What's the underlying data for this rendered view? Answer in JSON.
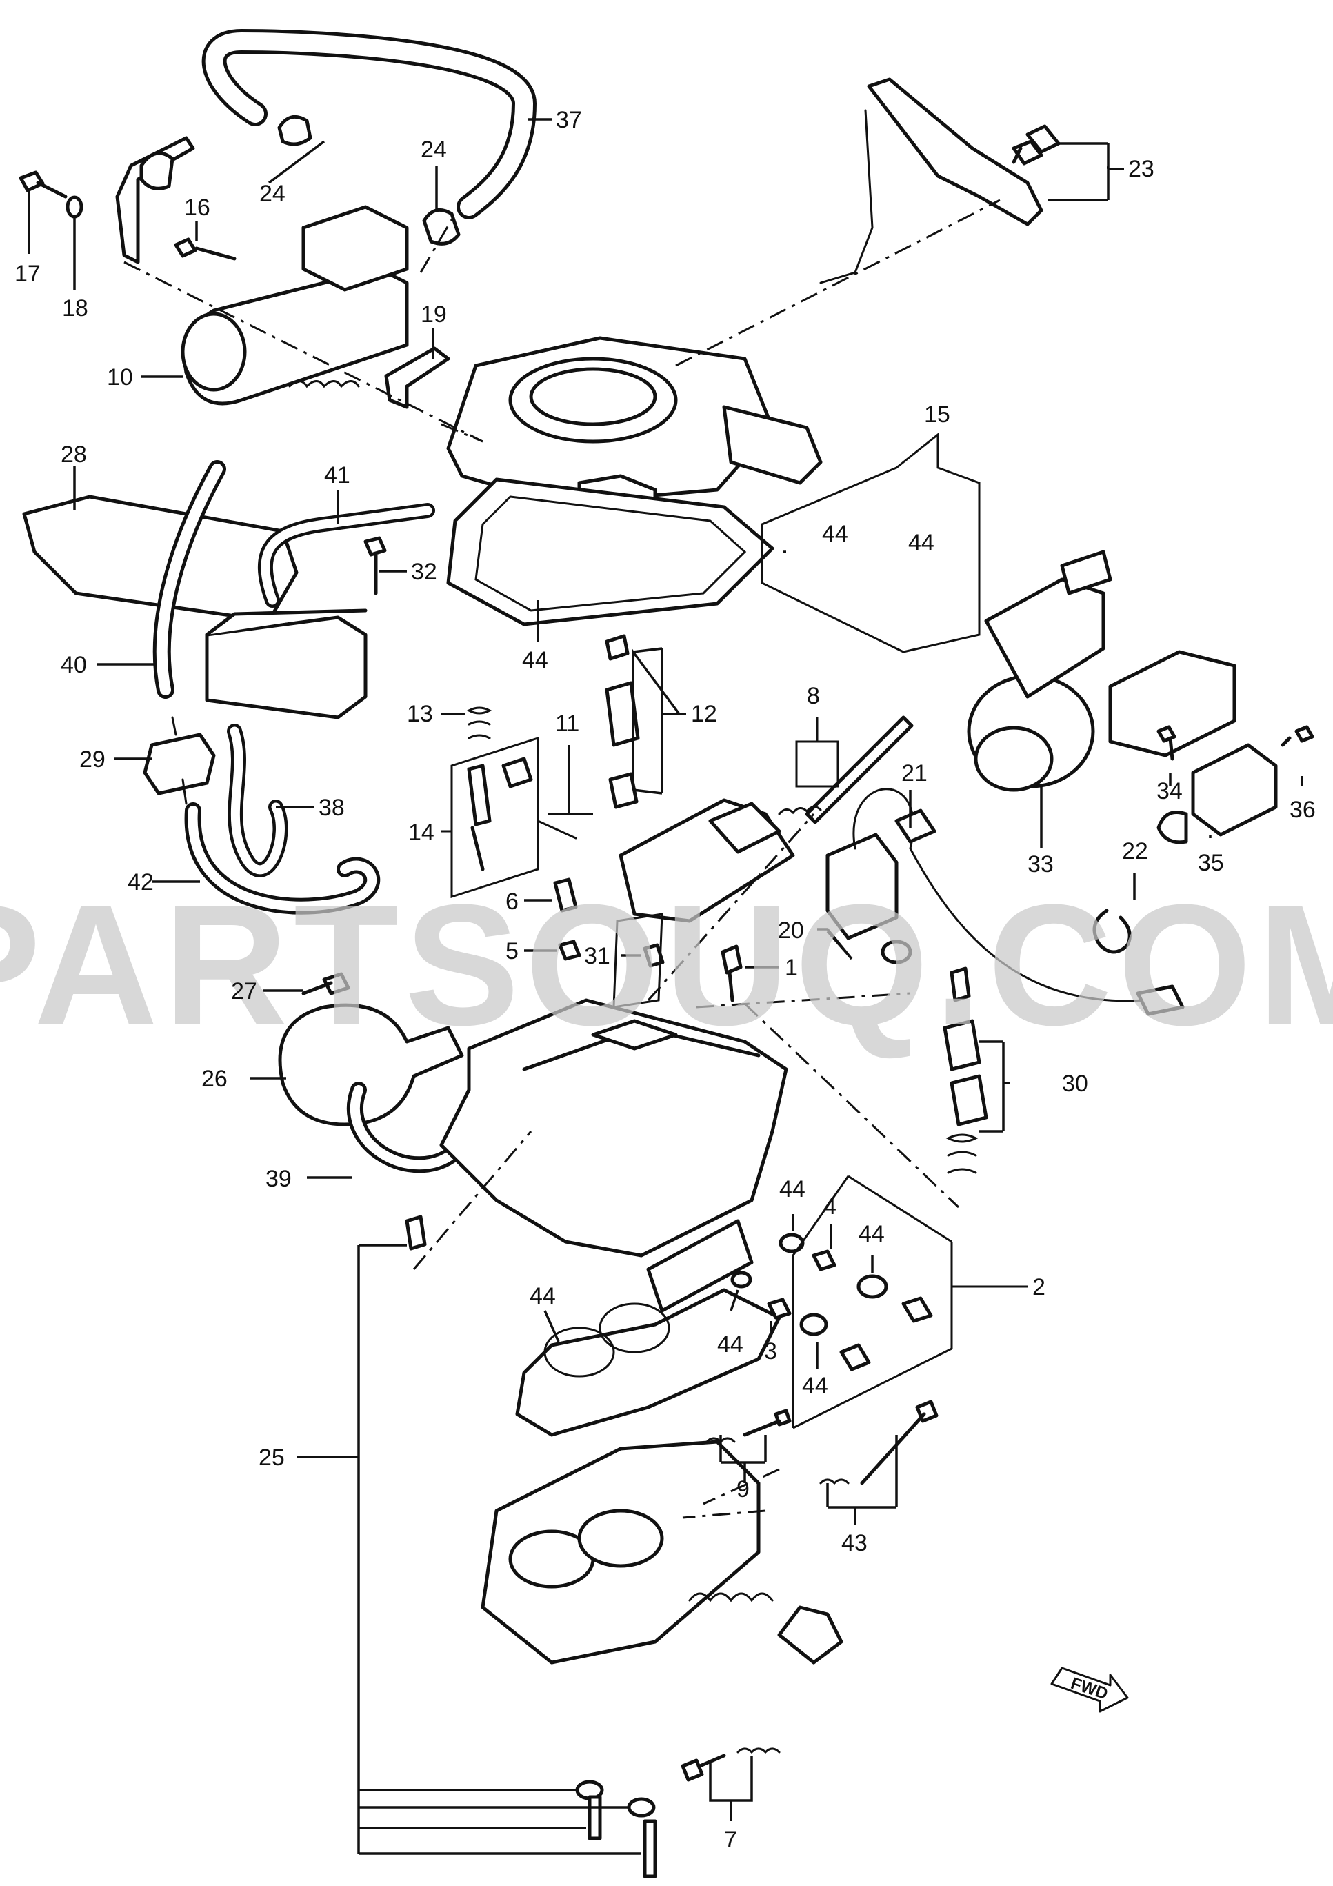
{
  "watermark": "PARTSOUQ.COM",
  "fwd_label": "FWD",
  "labels": {
    "p1": "1",
    "p2": "2",
    "p3": "3",
    "p4": "4",
    "p5": "5",
    "p6": "6",
    "p7": "7",
    "p8": "8",
    "p9": "9",
    "p10": "10",
    "p11": "11",
    "p12": "12",
    "p13": "13",
    "p14": "14",
    "p15": "15",
    "p16": "16",
    "p17": "17",
    "p18": "18",
    "p19": "19",
    "p20": "20",
    "p21": "21",
    "p22": "22",
    "p23": "23",
    "p24a": "24",
    "p24b": "24",
    "p25": "25",
    "p26": "26",
    "p27": "27",
    "p28": "28",
    "p29": "29",
    "p30": "30",
    "p31": "31",
    "p32": "32",
    "p33": "33",
    "p34": "34",
    "p35": "35",
    "p36": "36",
    "p37": "37",
    "p38": "38",
    "p39": "39",
    "p40": "40",
    "p41": "41",
    "p42": "42",
    "p43": "43",
    "p44a": "44",
    "p44b": "44",
    "p44c": "44",
    "p44d": "44",
    "p44e": "44",
    "p44f": "44",
    "p44g": "44",
    "p44h": "44"
  }
}
